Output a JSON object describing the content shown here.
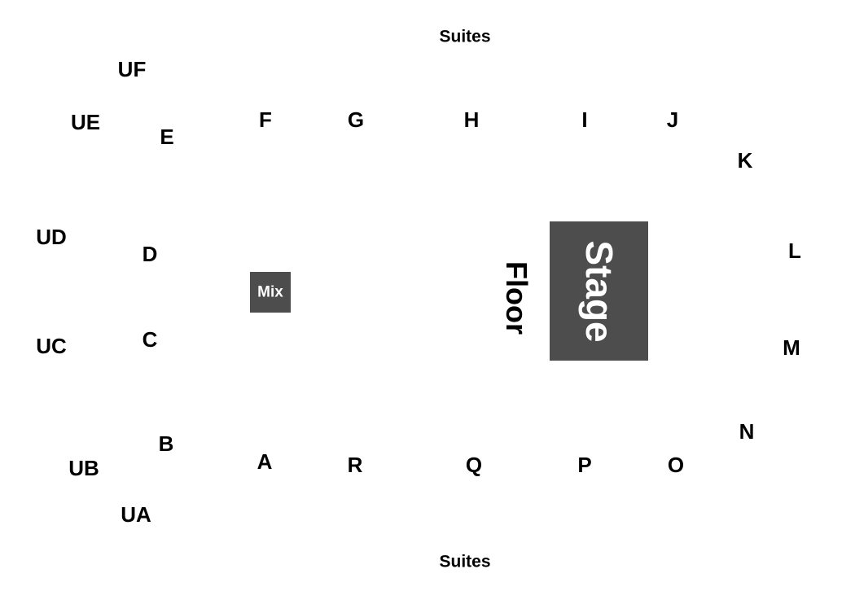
{
  "map": {
    "suites_top": "Suites",
    "suites_bottom": "Suites",
    "floor": "Floor",
    "stage": "Stage",
    "mix": "Mix",
    "sections": {
      "UF": "UF",
      "UE": "UE",
      "UD": "UD",
      "UC": "UC",
      "UB": "UB",
      "UA": "UA",
      "E": "E",
      "D": "D",
      "C": "C",
      "B": "B",
      "A": "A",
      "F": "F",
      "G": "G",
      "H": "H",
      "I": "I",
      "J": "J",
      "K": "K",
      "L": "L",
      "M": "M",
      "N": "N",
      "O": "O",
      "P": "P",
      "Q": "Q",
      "R": "R"
    }
  },
  "colors": {
    "background": "#ffffff",
    "label": "#000000",
    "stage_fill": "#4d4d4d",
    "mix_fill": "#4d4d4d",
    "stage_text": "#ffffff"
  }
}
